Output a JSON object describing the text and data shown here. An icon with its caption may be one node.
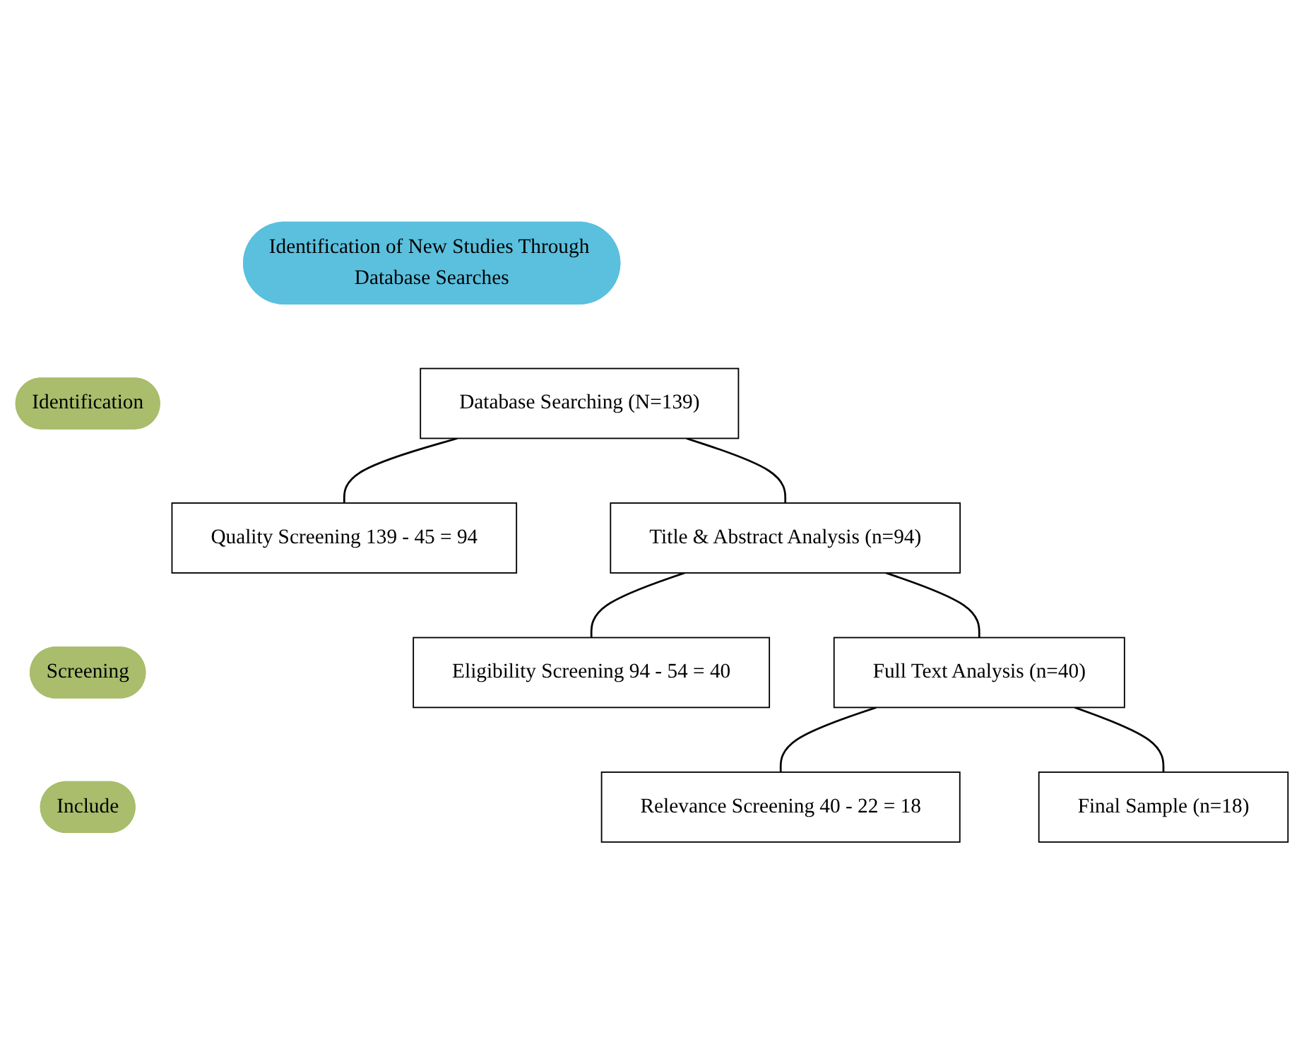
{
  "diagram": {
    "nodes": [
      {
        "text": [
          "Identification of New Studies Through Database Searches"
        ]
      },
      {
        "text": [
          "Identification"
        ]
      },
      {
        "text": [
          "Database Searching (N=139)"
        ]
      },
      {
        "text": [
          "Quality Screening 139 - 45 =  94"
        ]
      },
      {
        "text": [
          "Screening"
        ]
      },
      {
        "text": [
          "Title & Abstract Analysis (n=94)"
        ]
      },
      {
        "text": [
          "Eligibility Screening 94 - 54 =  40"
        ]
      },
      {
        "text": [
          "Full Text Analysis (n=40)"
        ]
      },
      {
        "text": [
          "Include"
        ]
      },
      {
        "text": [
          "Relevance Screening 40 - 22 =  18"
        ]
      },
      {
        "text": [
          "Final Sample (n=18)"
        ]
      }
    ],
    "edges": [
      {
        "from": 2,
        "to": 3,
        "arrow": "none"
      },
      {
        "from": 2,
        "to": 5,
        "arrow": "none"
      },
      {
        "from": 5,
        "to": 6,
        "arrow": "none"
      },
      {
        "from": 5,
        "to": 7,
        "arrow": "none"
      },
      {
        "from": 7,
        "to": 9,
        "arrow": "none"
      },
      {
        "from": 7,
        "to": 10,
        "arrow": "none"
      }
    ]
  }
}
